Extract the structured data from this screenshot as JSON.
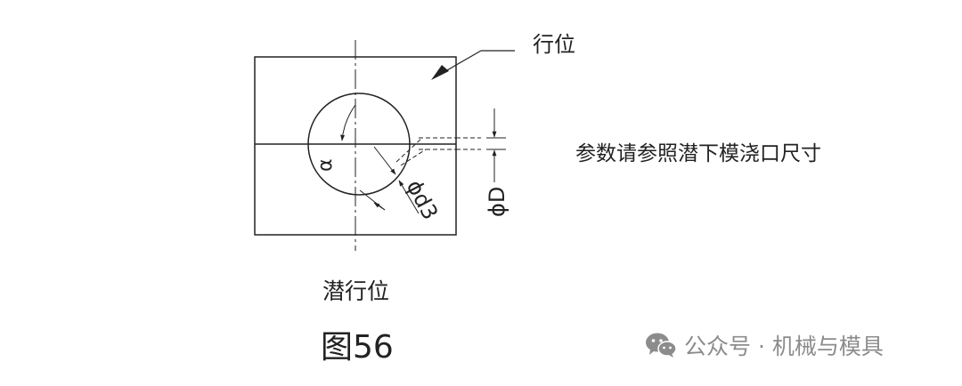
{
  "labels": {
    "slider": "行位",
    "note": "参数请参照潜下模浇口尺寸",
    "angle": "α",
    "dim_d3": "ϕd3",
    "dim_D": "ϕD",
    "caption": "潜行位",
    "figure": "图56"
  },
  "watermark": {
    "icon": "wechat-icon",
    "text": "公众号 · 机械与模具"
  },
  "colors": {
    "line": "#222222",
    "watermark": "#8c8c8c"
  }
}
